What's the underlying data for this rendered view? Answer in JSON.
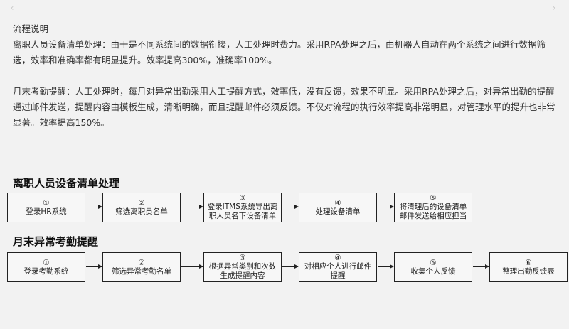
{
  "nav": {
    "prev_icon": "‹",
    "next_icon": "›"
  },
  "description": {
    "heading": "流程说明",
    "para1": "离职人员设备清单处理：由于是不同系统间的数据衔接，人工处理时费力。采用RPA处理之后，由机器人自动在两个系统之间进行数据筛选，效率和准确率都有明显提升。效率提高300%，准确率100%。",
    "para2": "月末考勤提醒：人工处理时，每月对异常出勤采用人工提醒方式，效率低，没有反馈，效果不明显。采用RPA处理之后，对异常出勤的提醒通过邮件发送，提醒内容由模板生成，清晰明确，而且提醒邮件必须反馈。不仅对流程的执行效率提高非常明显，对管理水平的提升也非常显著。效率提高150%。"
  },
  "flow1": {
    "title": "离职人员设备清单处理",
    "steps": [
      {
        "num": "①",
        "label": "登录HR系统"
      },
      {
        "num": "②",
        "label": "筛选离职员名单"
      },
      {
        "num": "③",
        "label": "登录ITMS系统导出离职人员名下设备清单"
      },
      {
        "num": "④",
        "label": "处理设备清单"
      },
      {
        "num": "⑤",
        "label": "将清理后的设备清单邮件发送给相应担当"
      }
    ]
  },
  "flow2": {
    "title": "月末异常考勤提醒",
    "steps": [
      {
        "num": "①",
        "label": "登录考勤系统"
      },
      {
        "num": "②",
        "label": "筛选异常考勤名单"
      },
      {
        "num": "③",
        "label": "根据异常类别和次数生成提醒内容"
      },
      {
        "num": "④",
        "label": "对相应个人进行邮件提醒"
      },
      {
        "num": "⑤",
        "label": "收集个人反馈"
      },
      {
        "num": "⑥",
        "label": "整理出勤反馈表"
      }
    ]
  }
}
